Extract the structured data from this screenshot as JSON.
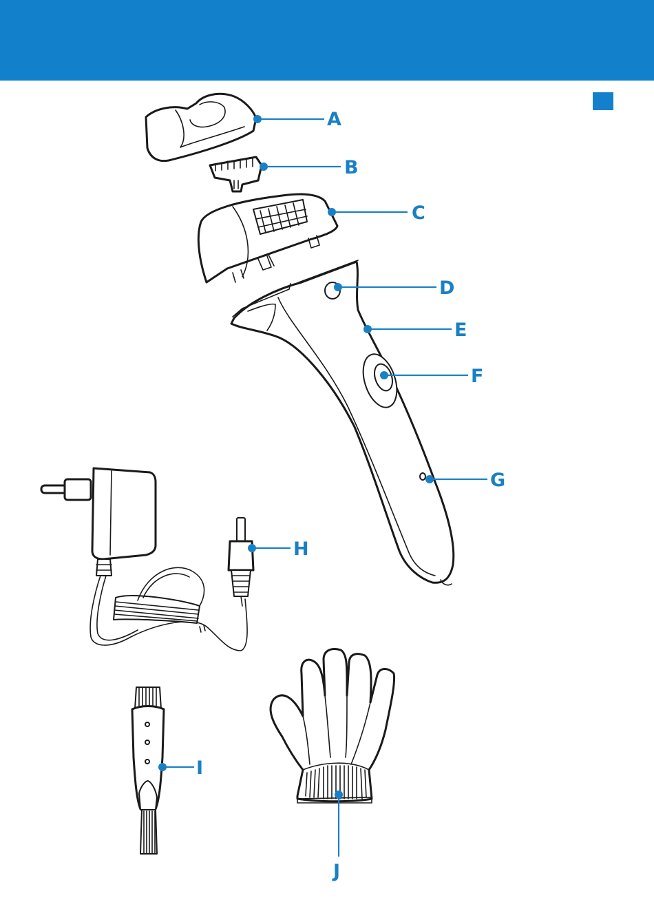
{
  "colors": {
    "accent": "#1380cc",
    "callout": "#1a80c6",
    "outline": "#1a1a1a"
  },
  "callouts": [
    {
      "id": "A",
      "label": "A"
    },
    {
      "id": "B",
      "label": "B"
    },
    {
      "id": "C",
      "label": "C"
    },
    {
      "id": "D",
      "label": "D"
    },
    {
      "id": "E",
      "label": "E"
    },
    {
      "id": "F",
      "label": "F"
    },
    {
      "id": "G",
      "label": "G"
    },
    {
      "id": "H",
      "label": "H"
    },
    {
      "id": "I",
      "label": "I"
    },
    {
      "id": "J",
      "label": "J"
    }
  ]
}
